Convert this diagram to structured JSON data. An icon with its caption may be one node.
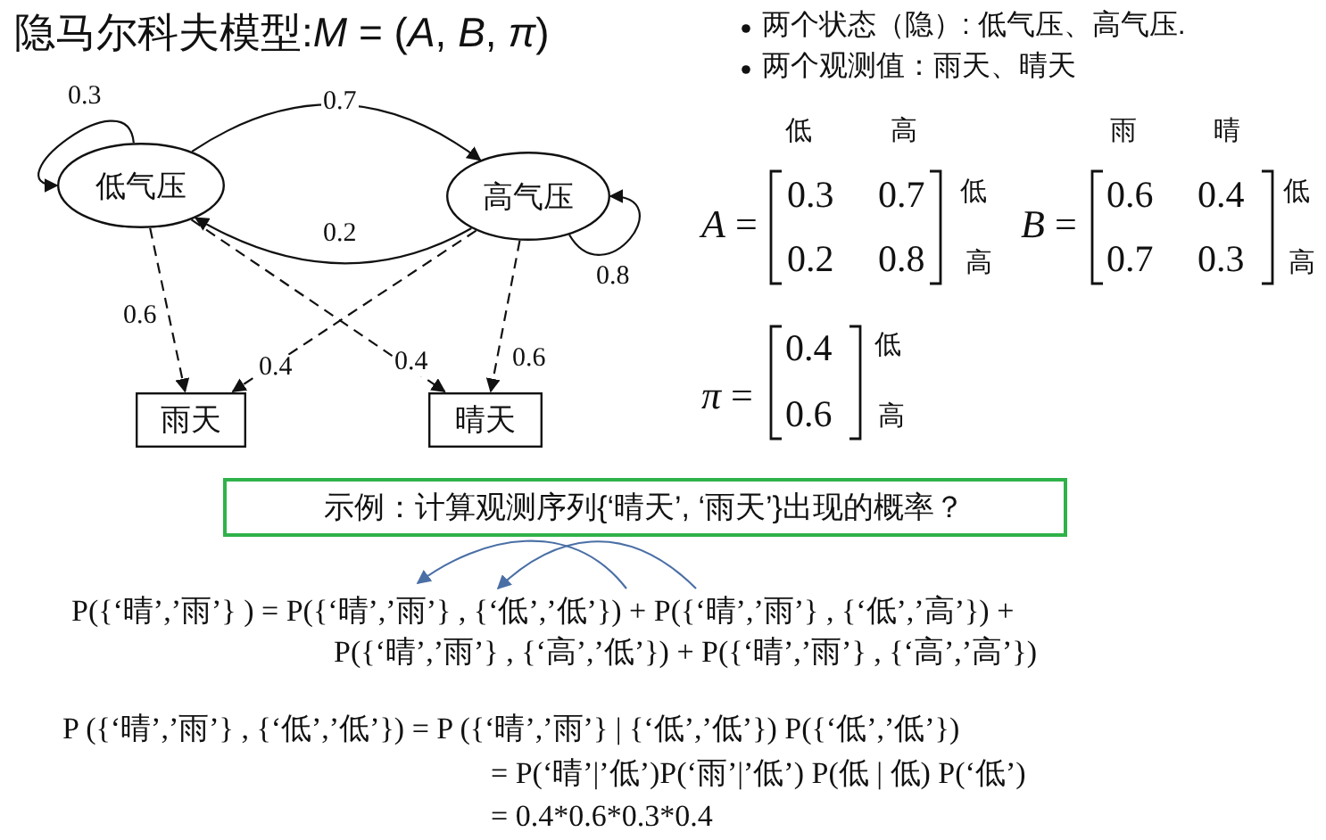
{
  "diagram": {
    "title": "隐马尔科夫模型:*M* = (*A*, *B*, *π*)",
    "nodes": [
      {
        "text": [
          "低气压"
        ]
      },
      {
        "text": [
          "高气压"
        ]
      },
      {
        "text": [
          "雨天"
        ]
      },
      {
        "text": [
          "晴天"
        ]
      },
      {
        "text": [
          "示例：计算观测序列{‘晴天’, ‘雨天’}出现的概率？"
        ]
      }
    ],
    "edges": [
      {
        "from": 0,
        "to": 0,
        "arrow": "to",
        "label": "0.3"
      },
      {
        "from": 0,
        "to": 1,
        "arrow": "to",
        "label": "0.7"
      },
      {
        "from": 1,
        "to": 0,
        "arrow": "to",
        "label": "0.2"
      },
      {
        "from": 1,
        "to": 1,
        "arrow": "to",
        "label": "0.8"
      },
      {
        "from": 0,
        "to": 2,
        "arrow": "to",
        "label": "0.6",
        "style": "dashed"
      },
      {
        "from": 0,
        "to": 3,
        "arrow": "to",
        "label": "0.4",
        "style": "dashed"
      },
      {
        "from": 1,
        "to": 2,
        "arrow": "to",
        "label": "0.4",
        "style": "dashed"
      },
      {
        "from": 1,
        "to": 3,
        "arrow": "to",
        "label": "0.6",
        "style": "dashed"
      }
    ],
    "labels": [
      "两个状态（隐）: 低气压、高气压.",
      "两个观测值：雨天、晴天",
      "低",
      "高",
      "*A* =",
      "0.3",
      "0.7",
      "低",
      "0.2",
      "0.8",
      "高",
      "雨",
      "晴",
      "*B* =",
      "0.6",
      "0.4",
      "低",
      "0.7",
      "0.3",
      "高",
      "*π* =",
      "0.4",
      "低",
      "0.6",
      "高",
      "P({‘晴’,’雨’} ) = P({‘晴’,’雨’} , {‘低’,’低’}) + P({‘晴’,’雨’} , {‘低’,’高’}) +",
      "P({‘晴’,’雨’} , {‘高’,’低’}) + P({‘晴’,’雨’} , {‘高’,’高’})",
      "P ({‘晴’,’雨’} , {‘低’,’低’}) = P ({‘晴’,’雨’} | {‘低’,’低’}) P({‘低’,’低’})",
      "= P(‘晴’|’低’)P(‘雨’|’低’) P(低 | 低) P(‘低’)",
      "= 0.4*0.6*0.3*0.4"
    ]
  }
}
